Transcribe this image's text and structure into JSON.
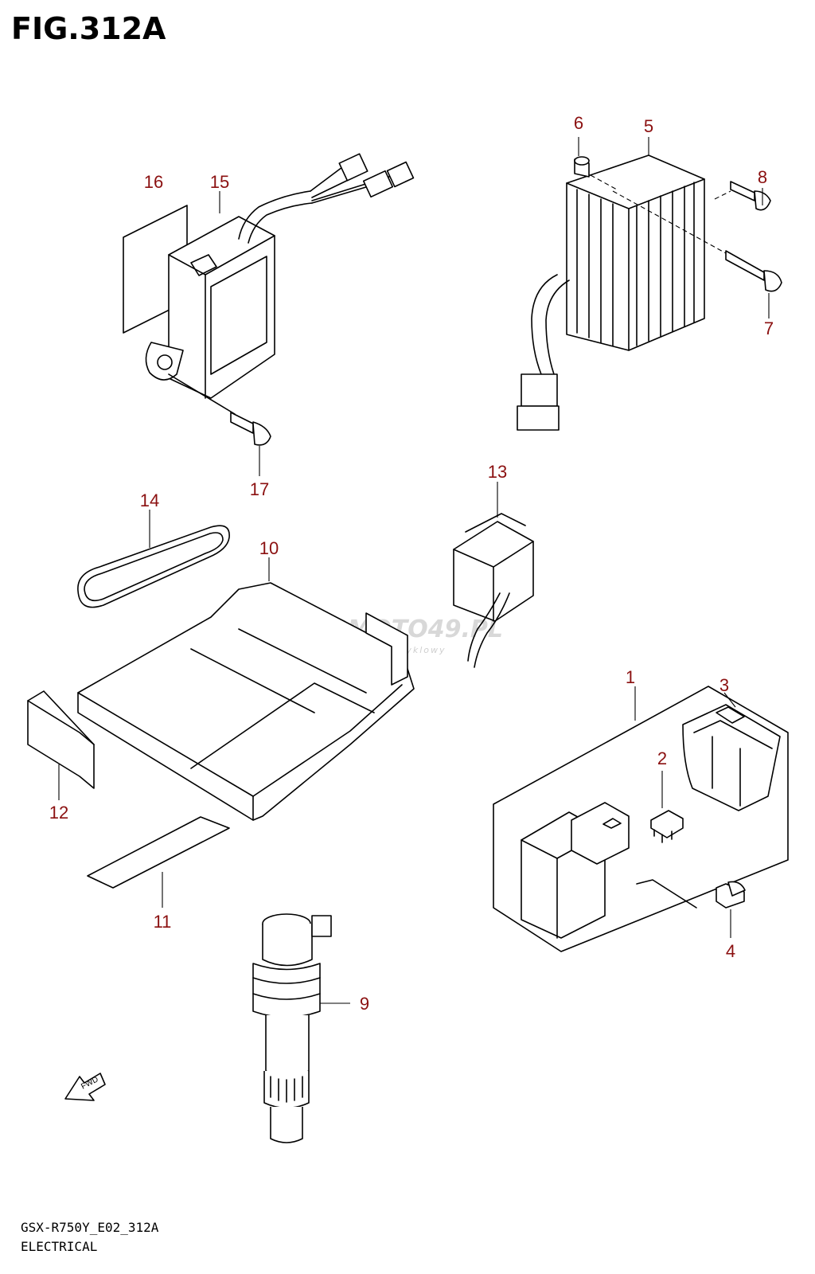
{
  "figure": {
    "title": "FIG.312A",
    "model_code": "GSX-R750Y_E02_312A",
    "section": "ELECTRICAL"
  },
  "watermark": {
    "brand": "SKLEPMOTO49.PL",
    "tagline": "internetowy sklep motocyklowy"
  },
  "fwd_label": "FWD",
  "colors": {
    "callout": "#8b1010",
    "line": "#000000",
    "watermark": "#d8d8d8"
  },
  "callouts": {
    "c1": "1",
    "c2": "2",
    "c3": "3",
    "c4": "4",
    "c5": "5",
    "c6": "6",
    "c7": "7",
    "c8": "8",
    "c9": "9",
    "c10": "10",
    "c11": "11",
    "c12": "12",
    "c13": "13",
    "c14": "14",
    "c15": "15",
    "c16": "16",
    "c17": "17"
  }
}
